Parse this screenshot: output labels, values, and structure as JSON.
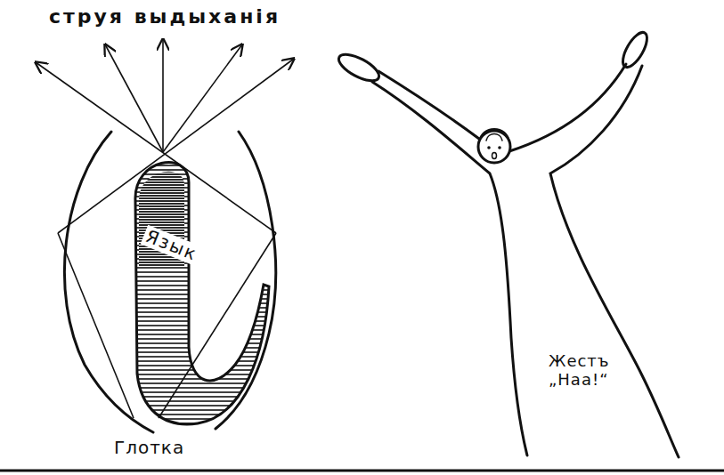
{
  "diagram": {
    "labels": [
      "струя выдыханія",
      "Язык",
      "Глотка",
      "Жестъ „Наа!“"
    ]
  }
}
